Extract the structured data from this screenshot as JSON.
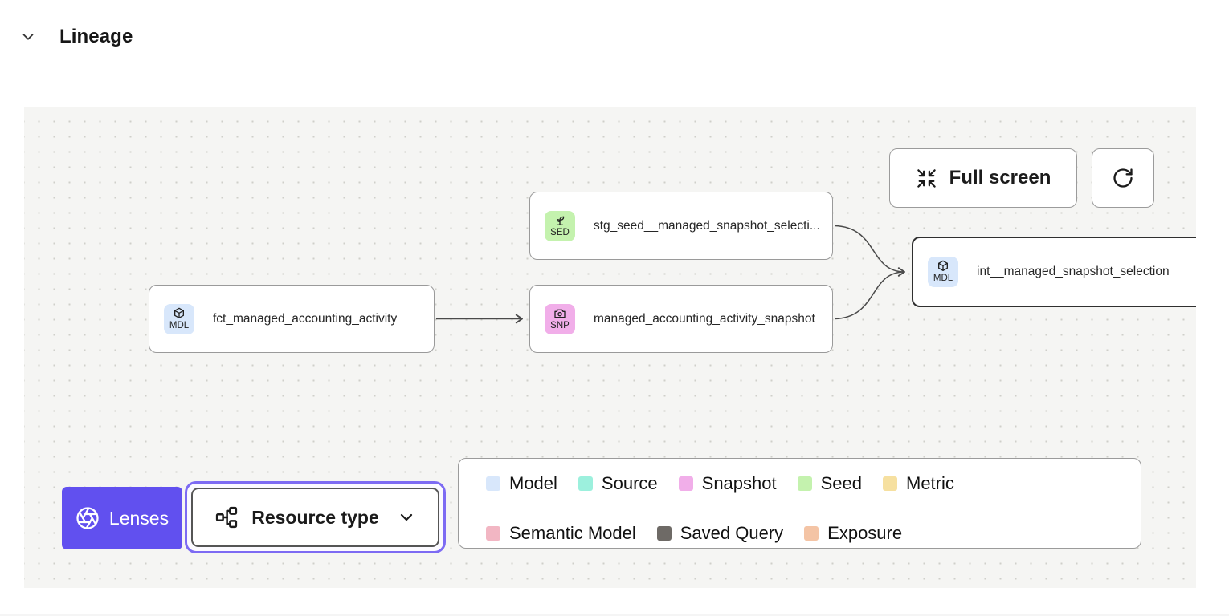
{
  "header": {
    "title": "Lineage"
  },
  "canvas": {
    "fullscreen_button": "Full screen",
    "nodes": [
      {
        "code": "SED",
        "label": "stg_seed__managed_snapshot_selecti...",
        "type": "seed"
      },
      {
        "code": "MDL",
        "label": "fct_managed_accounting_activity",
        "type": "model"
      },
      {
        "code": "SNP",
        "label": "managed_accounting_activity_snapshot",
        "type": "snapshot"
      },
      {
        "code": "MDL",
        "label": "int__managed_snapshot_selection",
        "type": "model",
        "selected": true
      }
    ],
    "legend": [
      {
        "label": "Model",
        "color": "#d8e7fb"
      },
      {
        "label": "Source",
        "color": "#9cf0dd"
      },
      {
        "label": "Snapshot",
        "color": "#f1aee9"
      },
      {
        "label": "Seed",
        "color": "#c4f2ae"
      },
      {
        "label": "Metric",
        "color": "#f6e0a0"
      },
      {
        "label": "Semantic Model",
        "color": "#f2b6c3"
      },
      {
        "label": "Saved Query",
        "color": "#6e6a66"
      },
      {
        "label": "Exposure",
        "color": "#f4c4a5"
      }
    ],
    "lenses_button": "Lenses",
    "resource_type_button": "Resource type"
  },
  "colors": {
    "accent_purple": "#6150ef",
    "focus_ring": "#7d6bf3",
    "canvas_bg": "#f5f5f3",
    "node_border": "#9a9a9a",
    "selected_node_border": "#2f2f2f",
    "edge": "#4a4a4a",
    "badge_model": "#d8e7fb",
    "badge_seed": "#c4f2ae",
    "badge_snapshot": "#f1aee9"
  }
}
